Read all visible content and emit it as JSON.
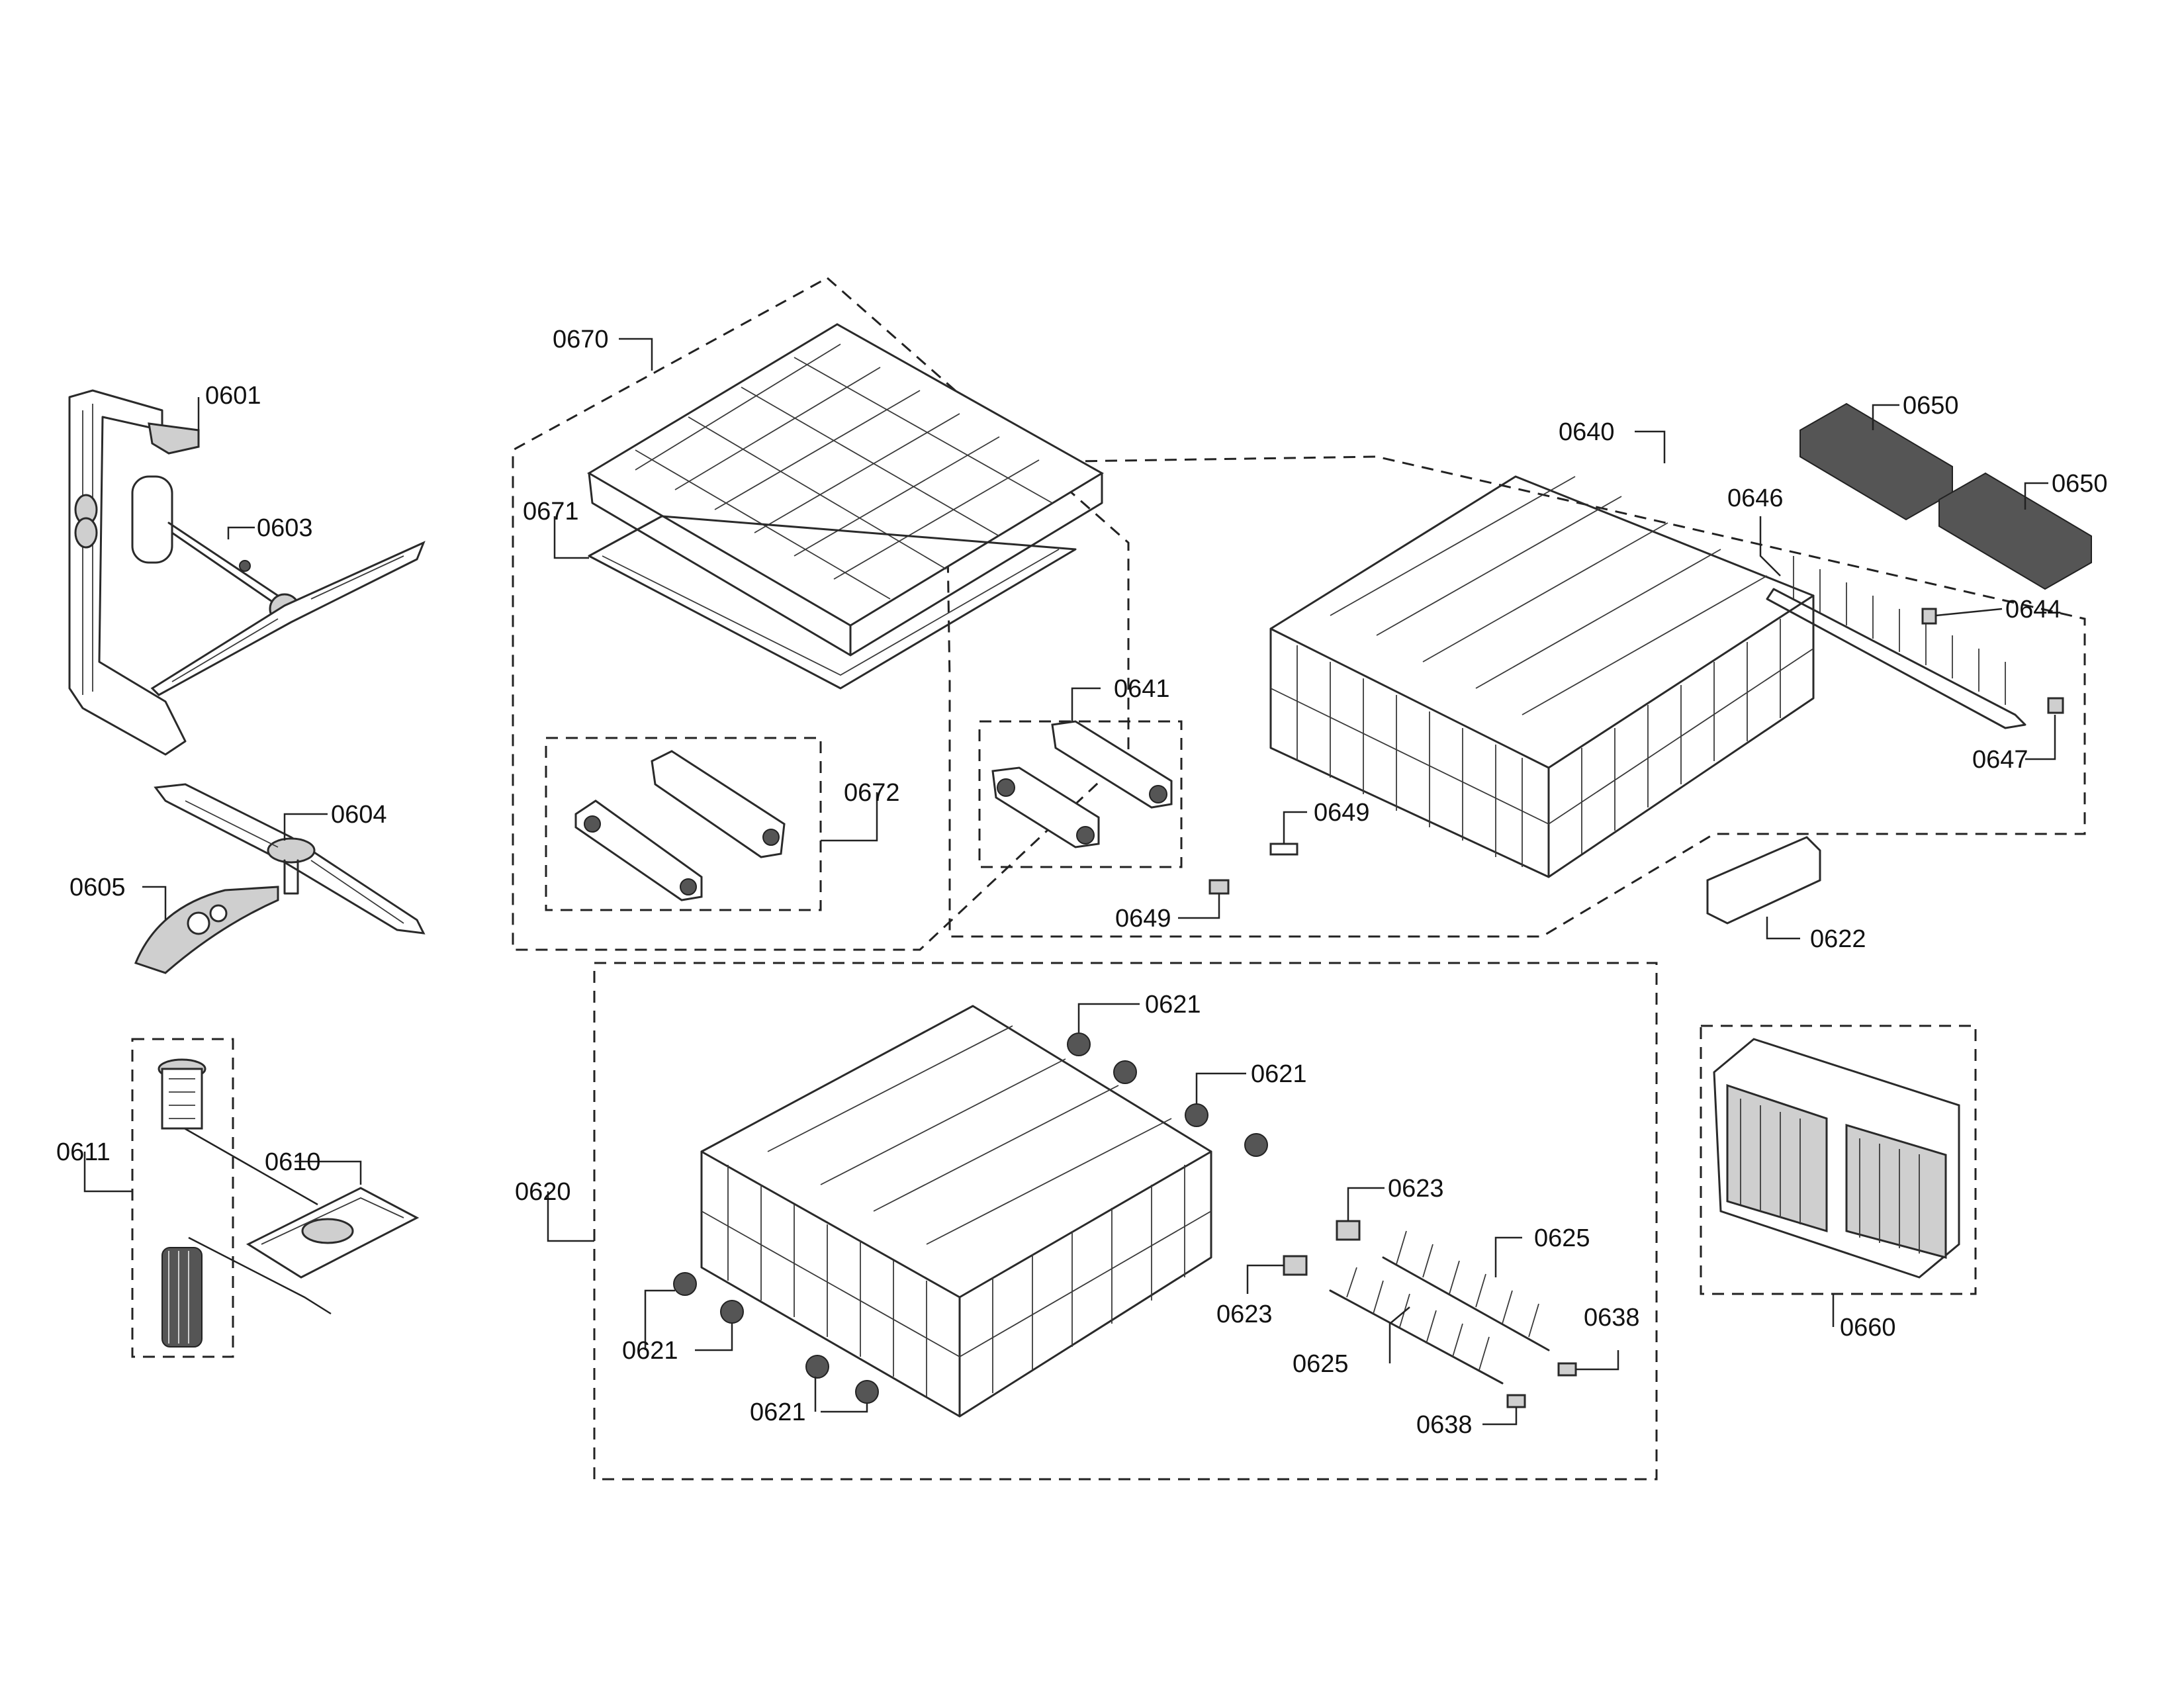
{
  "callouts": {
    "c0601": "0601",
    "c0603": "0603",
    "c0604": "0604",
    "c0605": "0605",
    "c0610": "0610",
    "c0611": "0611",
    "c0670": "0670",
    "c0671": "0671",
    "c0672": "0672",
    "c0640": "0640",
    "c0641": "0641",
    "c0646": "0646",
    "c0650a": "0650",
    "c0650b": "0650",
    "c0644": "0644",
    "c0647": "0647",
    "c0649a": "0649",
    "c0649b": "0649",
    "c0622": "0622",
    "c0620": "0620",
    "c0621a": "0621",
    "c0621b": "0621",
    "c0621c": "0621",
    "c0621d": "0621",
    "c0623a": "0623",
    "c0623b": "0623",
    "c0625a": "0625",
    "c0625b": "0625",
    "c0638a": "0638",
    "c0638b": "0638",
    "c0660": "0660"
  },
  "colors": {
    "line": "#222222",
    "paper": "#ffffff"
  }
}
